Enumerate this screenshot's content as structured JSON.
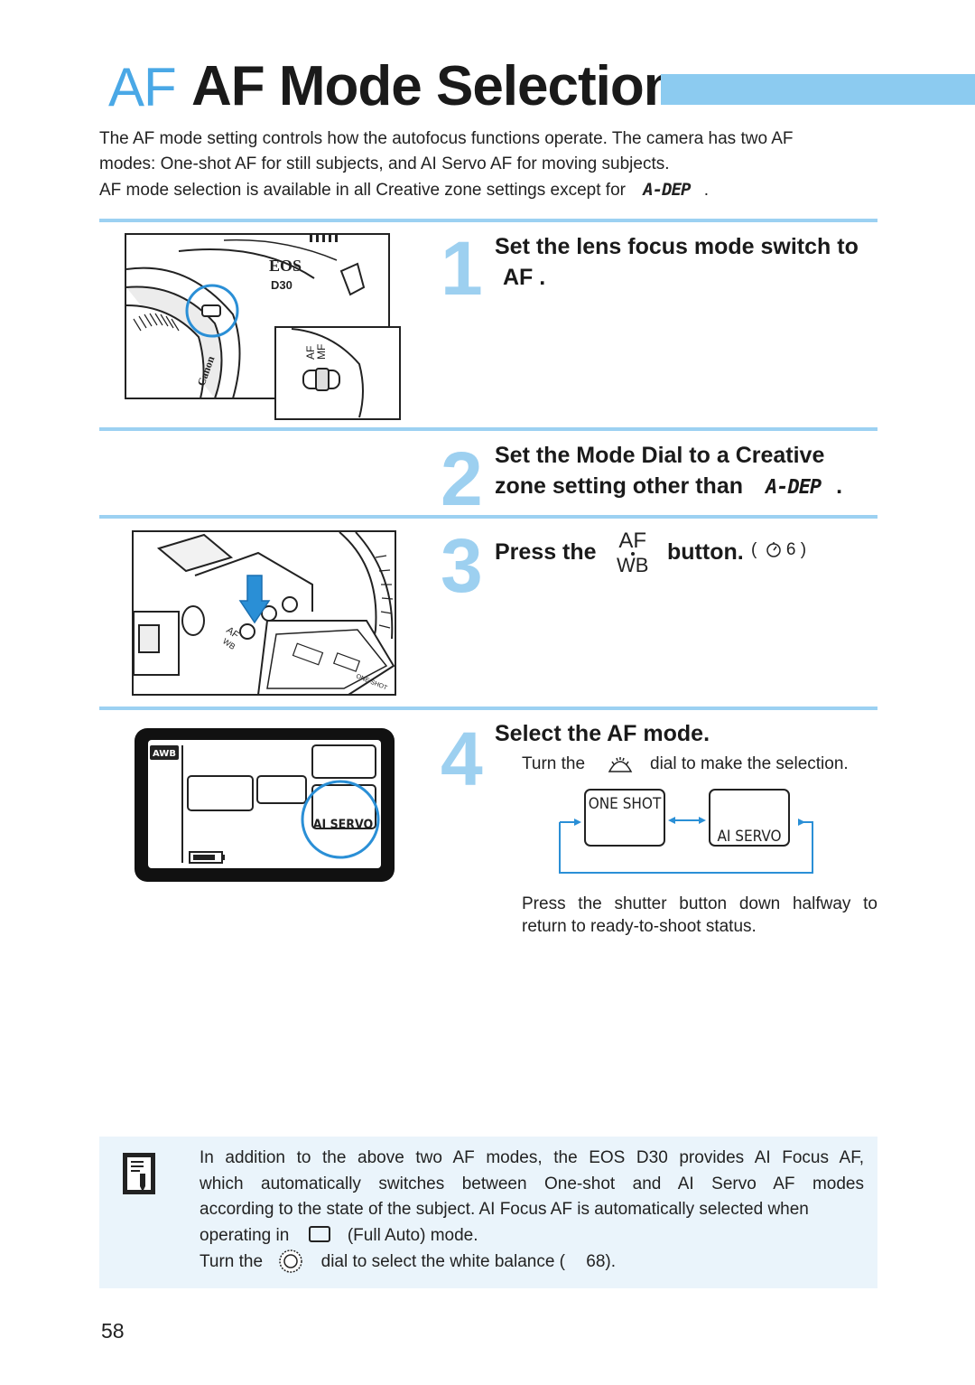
{
  "header": {
    "af_icon_text": "AF",
    "title": "AF Mode Selection"
  },
  "intro": {
    "line1": "The AF mode setting controls how the autofocus functions operate. The camera has two AF",
    "line2": "modes: One-shot AF for still subjects, and AI Servo AF for moving subjects.",
    "line3": "AF mode selection is available in all Creative zone settings except for",
    "line3_symbol": "A-DEP",
    "line3_end": "."
  },
  "step1": {
    "number": "1",
    "title_line1": "Set the lens focus mode switch to",
    "title_line2": "AF .",
    "illustration_labels": {
      "eos": "EOS",
      "model": "D30",
      "switch_af": "AF",
      "switch_mf": "MF",
      "brand": "Canon"
    }
  },
  "step2": {
    "number": "2",
    "title_line1": "Set the Mode Dial to a Creative",
    "title_line2": "zone setting other than",
    "title_symbol": "A-DEP",
    "title_end": "."
  },
  "step3": {
    "number": "3",
    "title_prefix": "Press the",
    "button_top": "AF",
    "button_bottom": "WB",
    "title_suffix": "button.",
    "timer_ref": "6",
    "illustration_labels": {
      "af": "AF",
      "wb": "WB",
      "one_shot": "ONE SHOT"
    }
  },
  "step4": {
    "number": "4",
    "title": "Select the AF mode.",
    "instruction_prefix": "Turn the",
    "instruction_suffix": "dial to make the selection.",
    "mode_one_shot": "ONE SHOT",
    "mode_ai_servo": "AI SERVO",
    "lcd_awb": "AWB",
    "lcd_ai_servo": "AI SERVO",
    "after_line1": "Press the shutter button down halfway to",
    "after_line2": "return to ready-to-shoot status."
  },
  "note": {
    "line1": "In addition to the above two AF modes, the EOS D30 provides AI Focus AF,",
    "line2": "which automatically switches between One-shot and AI Servo AF modes",
    "line3": "according to the state of the subject. AI Focus AF is automatically selected when",
    "line4_prefix": "operating in",
    "line4_suffix": "(Full Auto) mode.",
    "line5_prefix": "Turn the",
    "line5_suffix": "dial to select the white balance (",
    "line5_page": "68)."
  },
  "page_number": "58",
  "colors": {
    "accent": "#4aa8e6",
    "bar": "#8ccbf0",
    "rule": "#9cd1f2",
    "step_number": "#9dd0f0",
    "note_bg": "#eaf4fb",
    "diagram_line": "#2a8fd6"
  }
}
